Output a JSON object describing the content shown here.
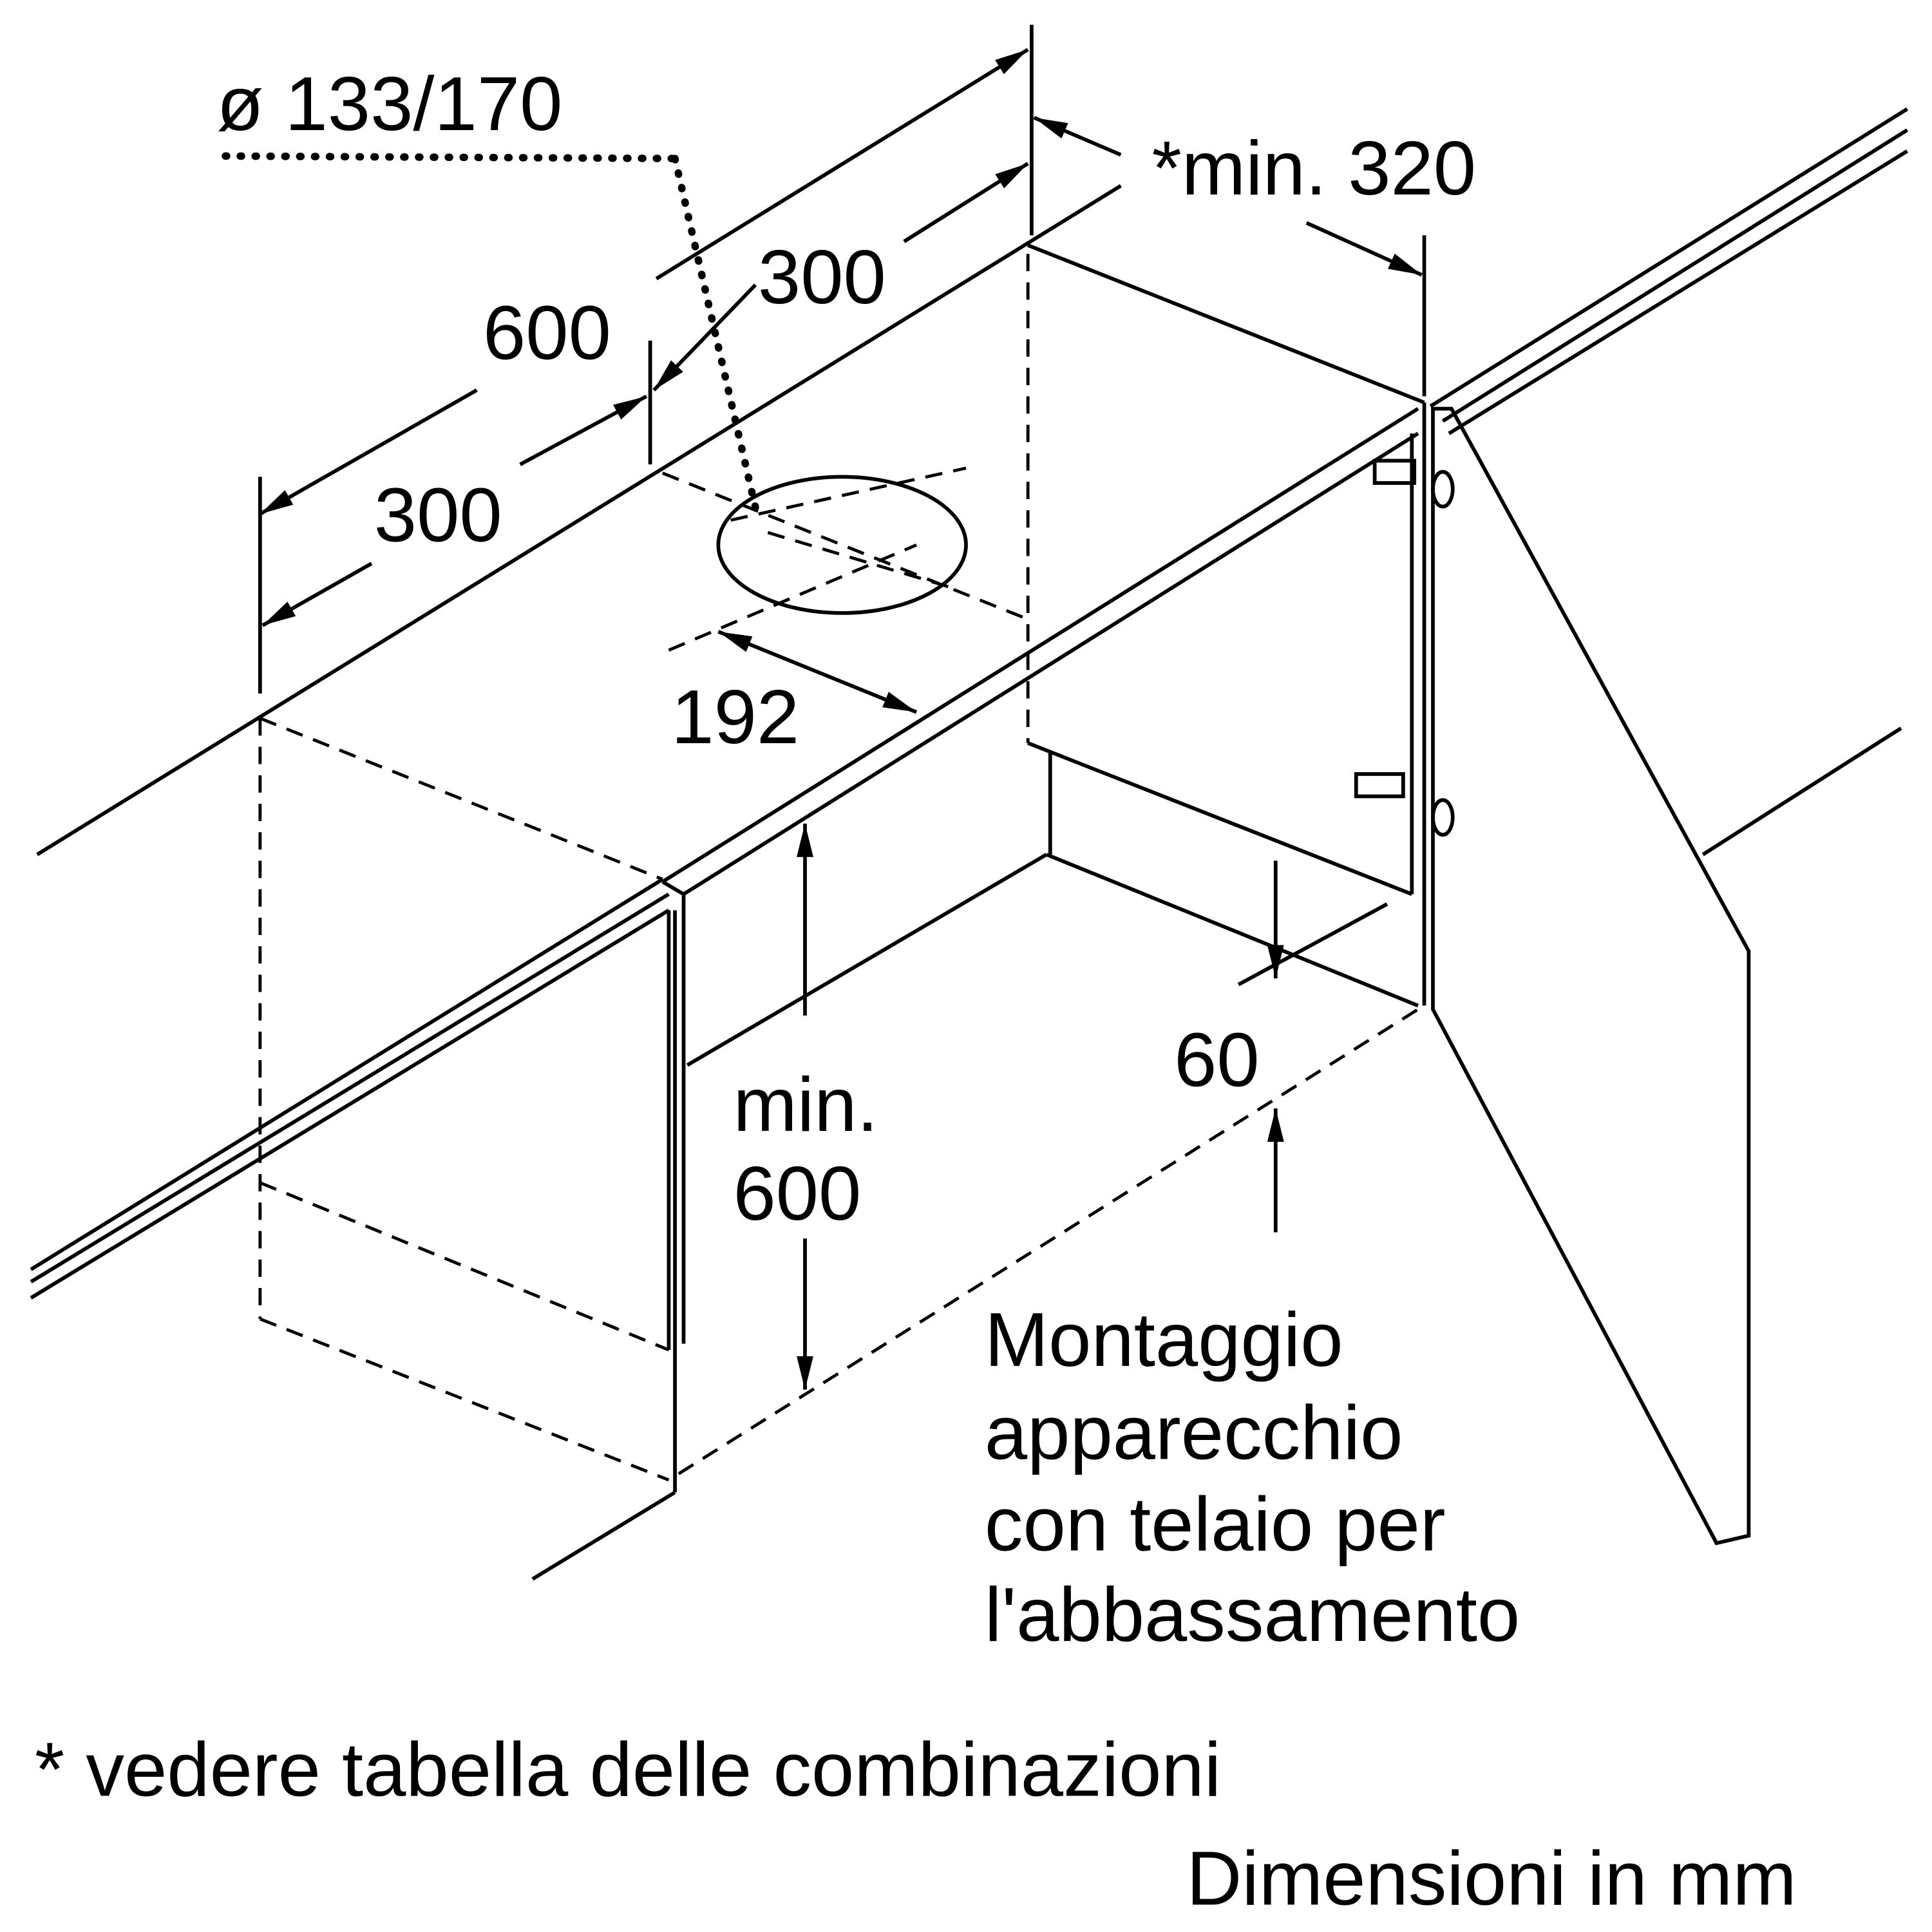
{
  "dimensions": {
    "duct_diameter": "ø 133/170",
    "width_total": "600",
    "half_width_right": "300",
    "half_width_left": "300",
    "min_depth": "*min. 320",
    "hole_offset": "192",
    "min_height_line1": "min.",
    "min_height_line2": "600",
    "recess": "60"
  },
  "note": {
    "line1": "Montaggio",
    "line2": "apparecchio",
    "line3": "con telaio per",
    "line4": "l'abbassamento"
  },
  "footnote": "* vedere tabella delle combinazioni",
  "units": "Dimensioni in mm"
}
